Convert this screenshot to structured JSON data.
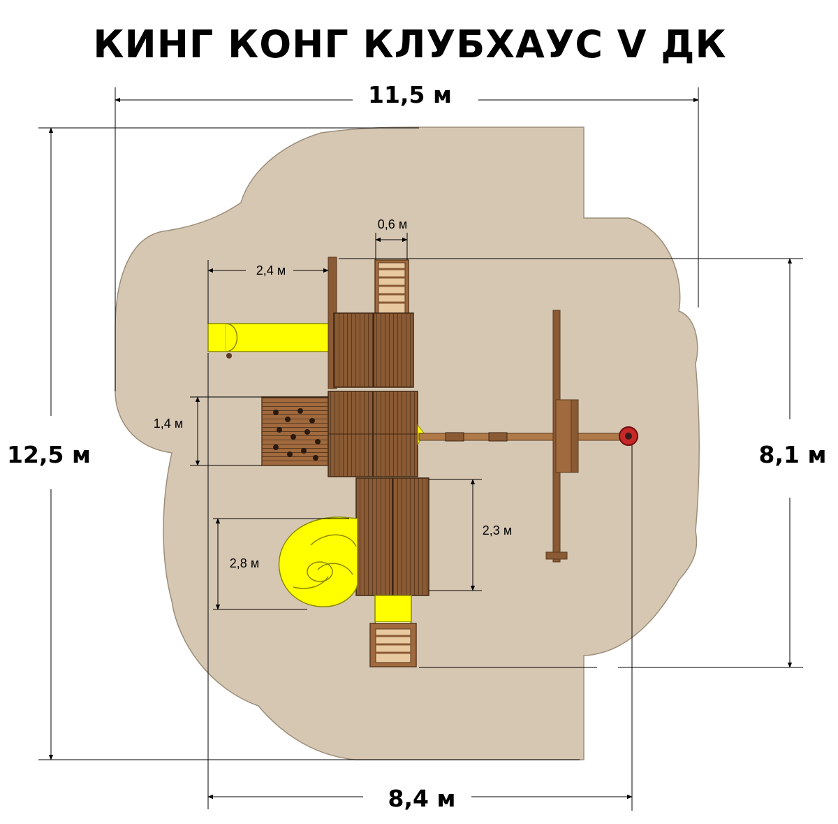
{
  "title": "КИНГ КОНГ КЛУБХАУС V ДК",
  "colors": {
    "ground": "#d6c7b3",
    "wood": "#8a5a34",
    "wood_dark": "#5b3a1e",
    "slide": "#ffff00",
    "dimension_line": "#000000"
  },
  "dimensions": {
    "overall_width": "11,5 м",
    "overall_height": "12,5 м",
    "equipment_width": "8,4 м",
    "equipment_height": "8,1 м",
    "ladder_width": "0,6 м",
    "slide_length": "2,4 м",
    "climber_height": "1,4 м",
    "lower_deck_depth": "2,3 м",
    "spiral_slide": "2,8 м"
  }
}
